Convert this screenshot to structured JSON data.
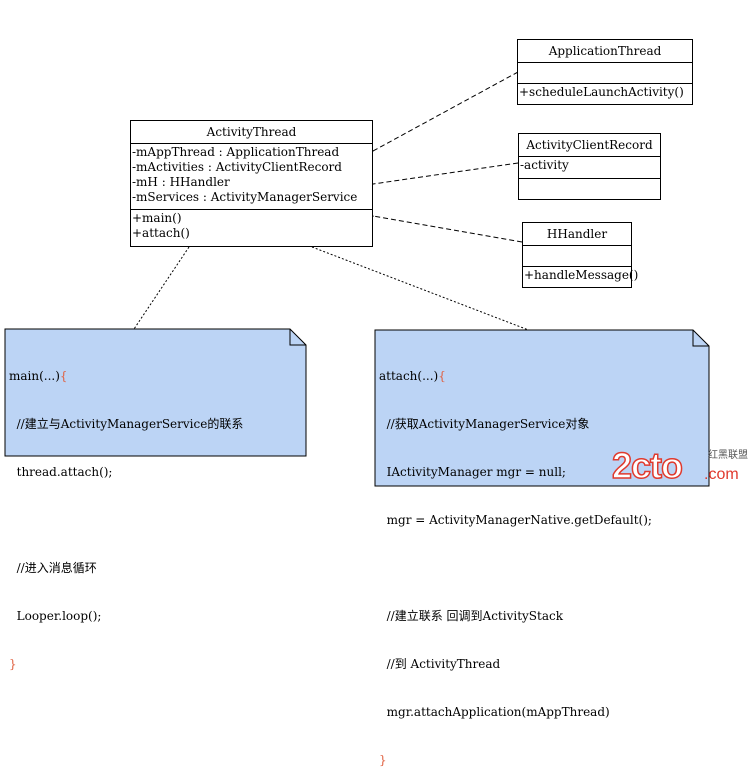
{
  "classes": {
    "activity_thread": {
      "name": "ActivityThread",
      "attributes": [
        "-mAppThread : ApplicationThread",
        "-mActivities : ActivityClientRecord",
        "-mH : HHandler",
        "-mServices : ActivityManagerService"
      ],
      "operations": [
        "+main()",
        "+attach()"
      ]
    },
    "application_thread": {
      "name": "ApplicationThread",
      "attributes": [],
      "operations": [
        "+scheduleLaunchActivity()"
      ]
    },
    "activity_client_record": {
      "name": "ActivityClientRecord",
      "attributes": [
        "-activity"
      ],
      "operations": []
    },
    "hhandler": {
      "name": "HHandler",
      "attributes": [],
      "operations": [
        "+handleMessage()"
      ]
    }
  },
  "notes": {
    "main_note": [
      "main(...){",
      "  //建立与ActivityManagerService的联系",
      "  thread.attach();",
      "",
      "  //进入消息循环",
      "  Looper.loop();",
      "}"
    ],
    "attach_note": [
      "attach(...){",
      "  //获取ActivityManagerService对象",
      "  IActivityManager mgr = null;",
      "  mgr = ActivityManagerNative.getDefault();",
      "",
      "  //建立联系 回调到ActivityStack",
      "  //到 ActivityThread",
      "  mgr.attachApplication(mAppThread)",
      "}"
    ]
  },
  "watermark": {
    "logo": "2cto",
    "suffix": ".com",
    "side_text": "红黑联盟"
  },
  "colors": {
    "note_fill": "#bcd4f5",
    "brace_color": "#e06040",
    "watermark_red": "#e03a2e"
  }
}
